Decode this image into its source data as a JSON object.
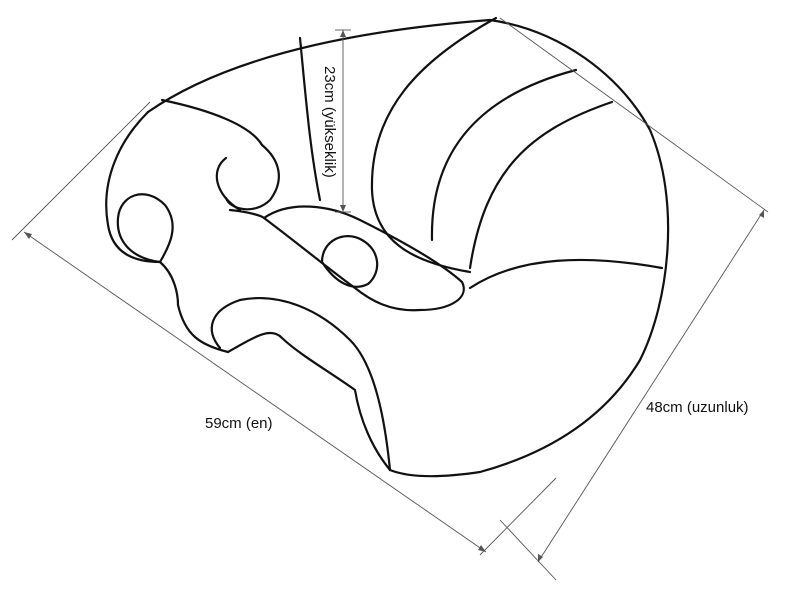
{
  "dimensions": {
    "width_label": "59cm (en)",
    "length_label": "48cm (uzunluk)",
    "height_label": "23cm (yükseklik)"
  },
  "colors": {
    "outline": "#111111",
    "dimension_line": "#555555",
    "background": "#ffffff"
  }
}
